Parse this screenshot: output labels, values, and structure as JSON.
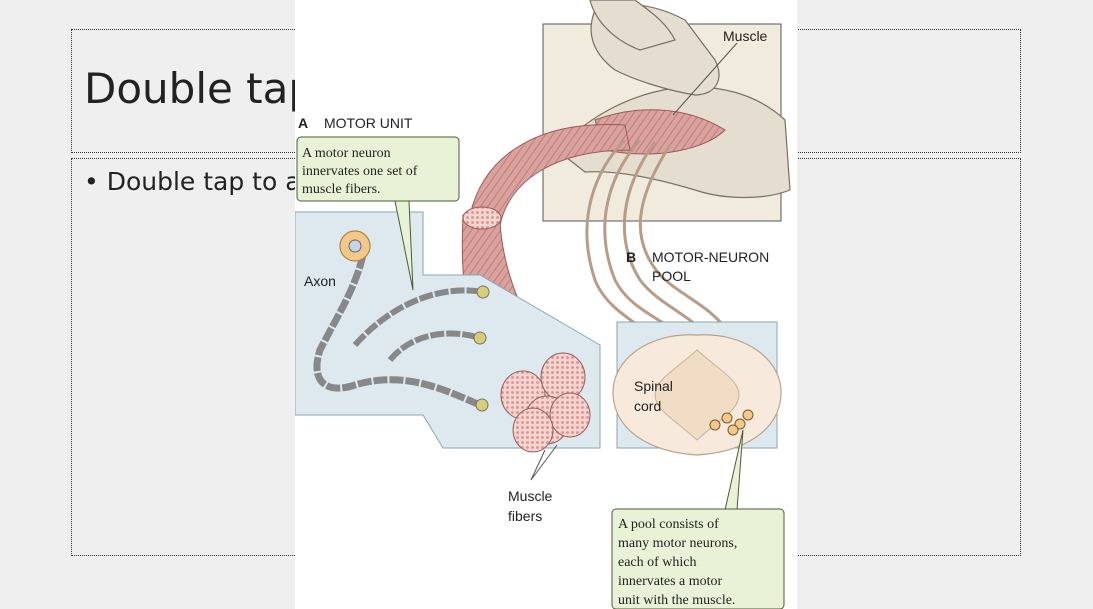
{
  "slide": {
    "title_placeholder": "Double tap to add title",
    "body_placeholder": "Double tap to add text"
  },
  "figure": {
    "muscle_label": "Muscle",
    "panel_a_letter": "A",
    "panel_a_title": "MOTOR UNIT",
    "motor_unit_callout": [
      "A motor neuron",
      "innervates one set of",
      "muscle fibers."
    ],
    "axon_label": "Axon",
    "muscle_fibers_label": [
      "Muscle",
      "fibers"
    ],
    "panel_b_letter": "B",
    "panel_b_title": [
      "MOTOR-NEURON",
      "POOL"
    ],
    "spinal_cord_label": [
      "Spinal",
      "cord"
    ],
    "pool_callout": [
      "A pool consists of",
      "many motor neurons,",
      "each of which",
      "innervates a motor",
      "unit with the muscle."
    ],
    "colors": {
      "callout_fill": "#e8f2d6",
      "panel_fill": "#dde9ee",
      "muscle": "#d9a29e",
      "skin": "#e9e2d6"
    }
  }
}
